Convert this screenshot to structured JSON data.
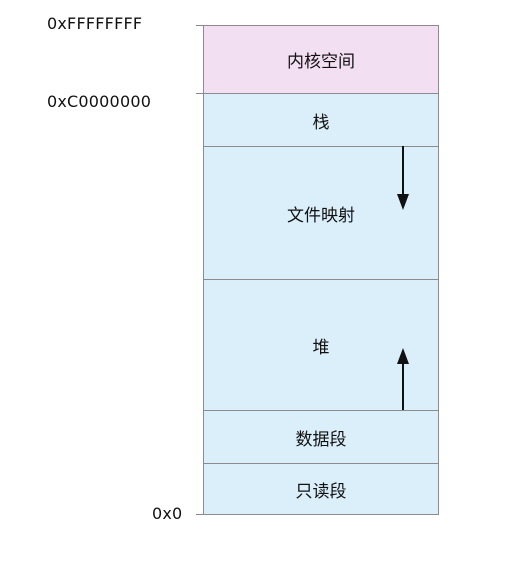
{
  "addresses": {
    "top": "0xFFFFFFFF",
    "kernel_boundary": "0xC0000000",
    "bottom": "0x0"
  },
  "segments": [
    {
      "label": "内核空间",
      "color": "#f3dff2"
    },
    {
      "label": "栈",
      "color": "#dbeffb"
    },
    {
      "label": "文件映射",
      "color": "#dbeffb"
    },
    {
      "label": "堆",
      "color": "#dbeffb"
    },
    {
      "label": "数据段",
      "color": "#dbeffb"
    },
    {
      "label": "只读段",
      "color": "#dbeffb"
    }
  ],
  "arrows": {
    "file_mapping": "down-arrow-icon",
    "heap": "up-arrow-icon"
  }
}
